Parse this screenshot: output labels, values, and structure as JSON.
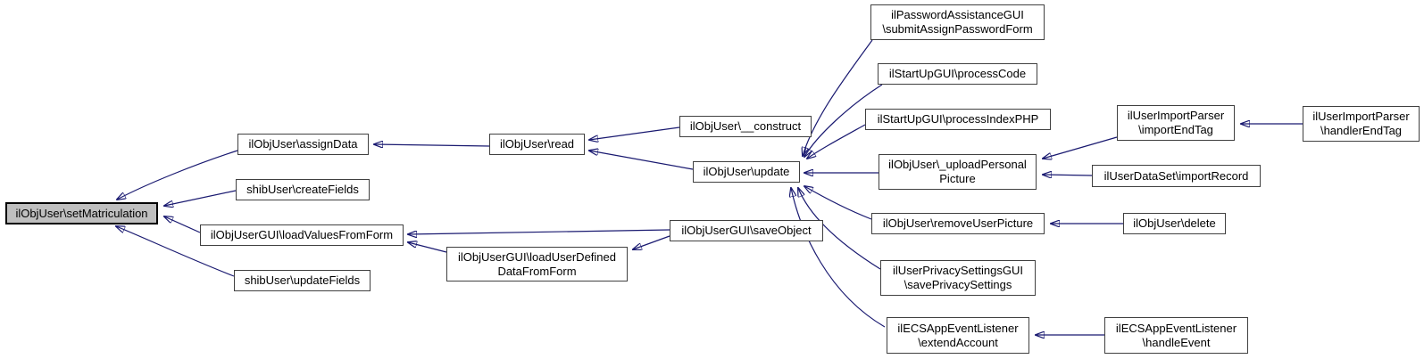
{
  "diagram": {
    "kind": "call-graph",
    "focus_function": "ilObjUser\\setMatriculation",
    "colors": {
      "background": "#ffffff",
      "edge": "#191970",
      "node_border": "#404040",
      "node_fill": "#ffffff",
      "highlight_fill": "#bfbfbf",
      "highlight_border": "#000000",
      "text": "#000000"
    },
    "nodes": {
      "setMatriculation": {
        "lines": [
          "ilObjUser\\setMatriculation"
        ],
        "highlighted": true
      },
      "assignData": {
        "lines": [
          "ilObjUser\\assignData"
        ]
      },
      "createFields": {
        "lines": [
          "shibUser\\createFields"
        ]
      },
      "loadValuesFromForm": {
        "lines": [
          "ilObjUserGUI\\loadValuesFromForm"
        ]
      },
      "updateFields": {
        "lines": [
          "shibUser\\updateFields"
        ]
      },
      "read": {
        "lines": [
          "ilObjUser\\read"
        ]
      },
      "construct": {
        "lines": [
          "ilObjUser\\__construct"
        ]
      },
      "update": {
        "lines": [
          "ilObjUser\\update"
        ]
      },
      "saveObject": {
        "lines": [
          "ilObjUserGUI\\saveObject"
        ]
      },
      "loadUserDefinedDataFromForm": {
        "lines": [
          "ilObjUserGUI\\loadUserDefined",
          "DataFromForm"
        ]
      },
      "submitAssignPasswordForm": {
        "lines": [
          "ilPasswordAssistanceGUI",
          "\\submitAssignPasswordForm"
        ]
      },
      "processCode": {
        "lines": [
          "ilStartUpGUI\\processCode"
        ]
      },
      "processIndexPHP": {
        "lines": [
          "ilStartUpGUI\\processIndexPHP"
        ]
      },
      "uploadPersonalPicture": {
        "lines": [
          "ilObjUser\\_uploadPersonal",
          "Picture"
        ]
      },
      "removeUserPicture": {
        "lines": [
          "ilObjUser\\removeUserPicture"
        ]
      },
      "savePrivacySettings": {
        "lines": [
          "ilUserPrivacySettingsGUI",
          "\\savePrivacySettings"
        ]
      },
      "extendAccount": {
        "lines": [
          "ilECSAppEventListener",
          "\\extendAccount"
        ]
      },
      "importEndTag": {
        "lines": [
          "ilUserImportParser",
          "\\importEndTag"
        ]
      },
      "handlerEndTag": {
        "lines": [
          "ilUserImportParser",
          "\\handlerEndTag"
        ]
      },
      "importRecord": {
        "lines": [
          "ilUserDataSet\\importRecord"
        ]
      },
      "delete": {
        "lines": [
          "ilObjUser\\delete"
        ]
      },
      "handleEvent": {
        "lines": [
          "ilECSAppEventListener",
          "\\handleEvent"
        ]
      }
    },
    "edges": [
      {
        "from": "assignData",
        "to": "setMatriculation"
      },
      {
        "from": "createFields",
        "to": "setMatriculation"
      },
      {
        "from": "loadValuesFromForm",
        "to": "setMatriculation"
      },
      {
        "from": "updateFields",
        "to": "setMatriculation"
      },
      {
        "from": "read",
        "to": "assignData"
      },
      {
        "from": "construct",
        "to": "read"
      },
      {
        "from": "update",
        "to": "read"
      },
      {
        "from": "saveObject",
        "to": "loadValuesFromForm"
      },
      {
        "from": "loadUserDefinedDataFromForm",
        "to": "loadValuesFromForm"
      },
      {
        "from": "saveObject",
        "to": "loadUserDefinedDataFromForm"
      },
      {
        "from": "submitAssignPasswordForm",
        "to": "update"
      },
      {
        "from": "processCode",
        "to": "update"
      },
      {
        "from": "processIndexPHP",
        "to": "update"
      },
      {
        "from": "uploadPersonalPicture",
        "to": "update"
      },
      {
        "from": "removeUserPicture",
        "to": "update"
      },
      {
        "from": "savePrivacySettings",
        "to": "update"
      },
      {
        "from": "extendAccount",
        "to": "update"
      },
      {
        "from": "importEndTag",
        "to": "uploadPersonalPicture"
      },
      {
        "from": "importRecord",
        "to": "uploadPersonalPicture"
      },
      {
        "from": "handlerEndTag",
        "to": "importEndTag"
      },
      {
        "from": "delete",
        "to": "removeUserPicture"
      },
      {
        "from": "handleEvent",
        "to": "extendAccount"
      }
    ]
  }
}
